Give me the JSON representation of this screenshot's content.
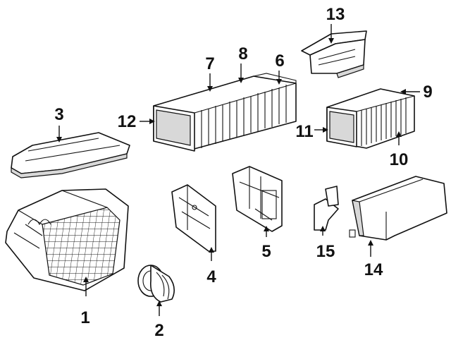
{
  "callouts": {
    "c1": "1",
    "c2": "2",
    "c3": "3",
    "c4": "4",
    "c5": "5",
    "c6": "6",
    "c7": "7",
    "c8": "8",
    "c9": "9",
    "c10": "10",
    "c11": "11",
    "c12": "12",
    "c13": "13",
    "c14": "14",
    "c15": "15"
  },
  "colors": {
    "line": "#111111",
    "background": "#ffffff",
    "shade": "#d8d8d8"
  }
}
